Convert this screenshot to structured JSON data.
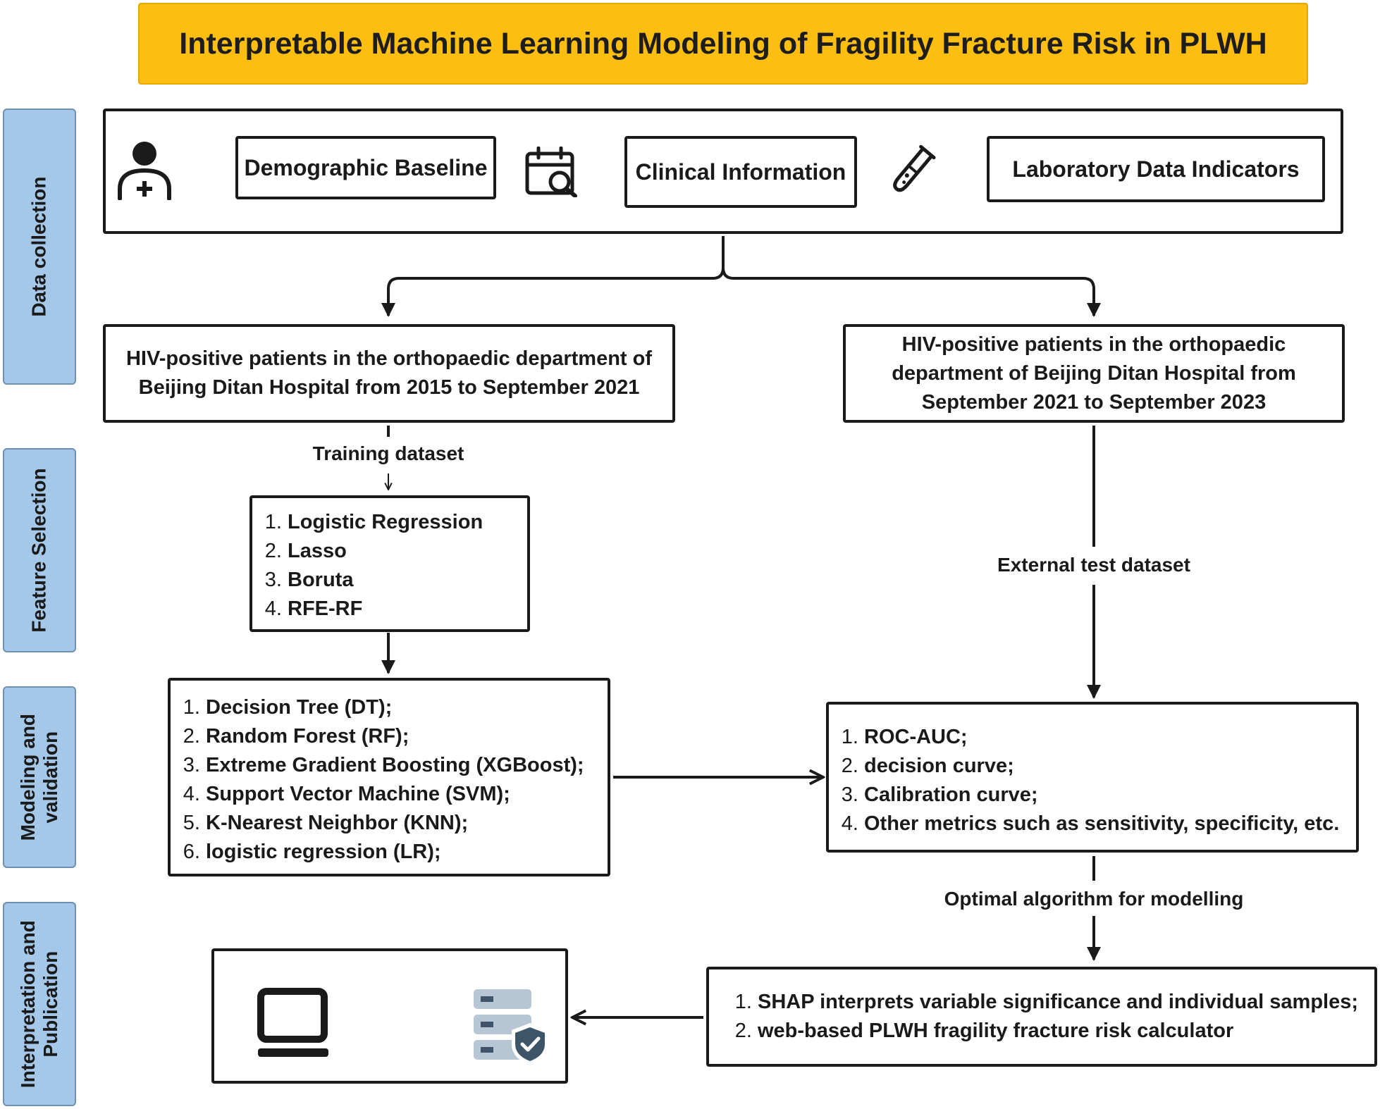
{
  "title": "Interpretable Machine Learning Modeling of Fragility Fracture Risk in PLWH",
  "stages": [
    {
      "line1": "Data collection",
      "line2": ""
    },
    {
      "line1": "Feature Selection",
      "line2": ""
    },
    {
      "line1": "Modeling and",
      "line2": "validation"
    },
    {
      "line1": "Interpretation and",
      "line2": "Publication"
    }
  ],
  "data_sources": {
    "demographic": "Demographic Baseline",
    "clinical": "Clinical Information",
    "laboratory": "Laboratory Data Indicators"
  },
  "cohorts": {
    "training": "HIV-positive patients in the orthopaedic department of Beijing Ditan Hospital from 2015 to September 2021",
    "external": "HIV-positive patients in the orthopaedic department of Beijing Ditan Hospital from September 2021 to September 2023"
  },
  "labels": {
    "training_dataset": "Training dataset",
    "external_test_dataset": "External test dataset",
    "optimal_algorithm": "Optimal algorithm for modelling"
  },
  "feature_selection": [
    "Logistic Regression",
    "Lasso",
    "Boruta",
    "RFE-RF"
  ],
  "models": [
    "Decision Tree (DT);",
    "Random Forest (RF);",
    "Extreme Gradient Boosting (XGBoost);",
    "Support Vector Machine (SVM);",
    "K-Nearest Neighbor (KNN);",
    "logistic regression (LR);"
  ],
  "metrics": [
    "ROC-AUC;",
    "decision curve;",
    "Calibration curve;",
    "Other metrics such as sensitivity, specificity, etc."
  ],
  "interpretation": [
    "SHAP interprets variable significance and individual samples;",
    "web-based PLWH fragility fracture risk calculator"
  ],
  "icons": {
    "patient": "patient-icon",
    "calendar_search": "calendar-search-icon",
    "test_tube": "test-tube-icon",
    "laptop": "laptop-icon",
    "secure_server": "secure-server-icon"
  },
  "colors": {
    "title_banner": "#fdbe12",
    "stage_label": "#a6c8e8",
    "server_light": "#b7c6d4",
    "server_dark": "#3d5469"
  }
}
